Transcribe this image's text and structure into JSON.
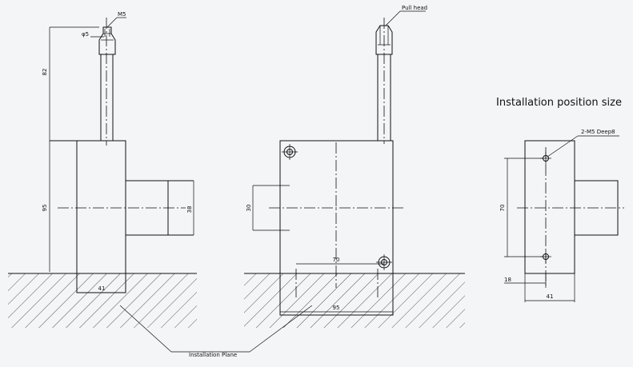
{
  "left_view": {
    "dim_m5": "M5",
    "dim_phi5": "φ5",
    "dim_82": "82",
    "dim_95": "95",
    "dim_38": "38",
    "dim_41": "41"
  },
  "middle_view": {
    "pull_head_label": "Pull head",
    "dim_30": "30",
    "dim_70": "70",
    "dim_95": "95"
  },
  "right_view": {
    "title": "Installation position size",
    "hole_label": "2-M5 Deep8",
    "dim_70": "70",
    "dim_18": "18",
    "dim_41": "41"
  },
  "installation_plane_label": "Installation Plane"
}
